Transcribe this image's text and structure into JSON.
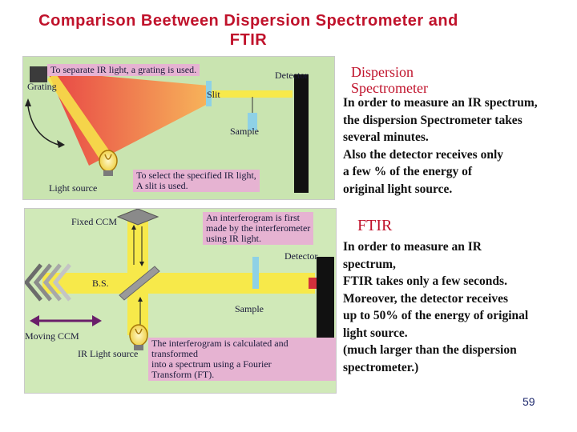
{
  "title": "Comparison Beetween Dispersion Spectrometer and\nFTIR",
  "dispersion_diagram": {
    "callout_grating": "To separate IR light, a grating is used.",
    "label_grating": "Grating",
    "label_detector": "Detector",
    "label_slit": "Slit",
    "label_sample": "Sample",
    "label_light_source": "Light source",
    "callout_slit_lines": [
      "To select the specified IR light,",
      "A slit is used."
    ]
  },
  "ftir_diagram": {
    "label_fixed_ccm": "Fixed CCM",
    "callout_interferogram_lines": [
      "An interferogram is first",
      "made by the interferometer",
      "using IR light."
    ],
    "label_detector": "Detector",
    "label_bs": "B.S.",
    "label_sample": "Sample",
    "label_moving_ccm": "Moving CCM",
    "label_ir_light_source": "IR Light source",
    "callout_transform_lines": [
      "The interferogram is calculated and",
      "transformed",
      "into a spectrum using a Fourier",
      "Transform (FT)."
    ]
  },
  "dispersion_text": {
    "heading_lines": [
      "Dispersion",
      "Spectrometer"
    ],
    "body_lines": [
      "In order to measure an IR spectrum,",
      "the dispersion Spectrometer takes",
      "several minutes.",
      "Also the detector receives only",
      "a few % of the energy of",
      "original light source."
    ]
  },
  "ftir_text": {
    "heading": "FTIR",
    "body_lines": [
      "In order to measure an IR",
      "spectrum,",
      "FTIR takes only a few seconds.",
      "Moreover, the detector receives",
      "up to 50% of the energy of original",
      "light source.",
      "(much larger than the dispersion",
      "spectrometer.)"
    ]
  },
  "page_number": "59",
  "colors": {
    "title": "#c0122b",
    "panel_green": "#c9e4b0",
    "callout_pink": "#e6b3d2",
    "beam_yellow": "#f7e94a",
    "slit_blue": "#8ed1e6",
    "grating_gradient_start": "#e84545",
    "grating_gradient_end": "#f7a24a"
  },
  "icons": [
    "light-bulb-icon",
    "double-arrow-icon",
    "corner-cube-mirror-icon"
  ]
}
